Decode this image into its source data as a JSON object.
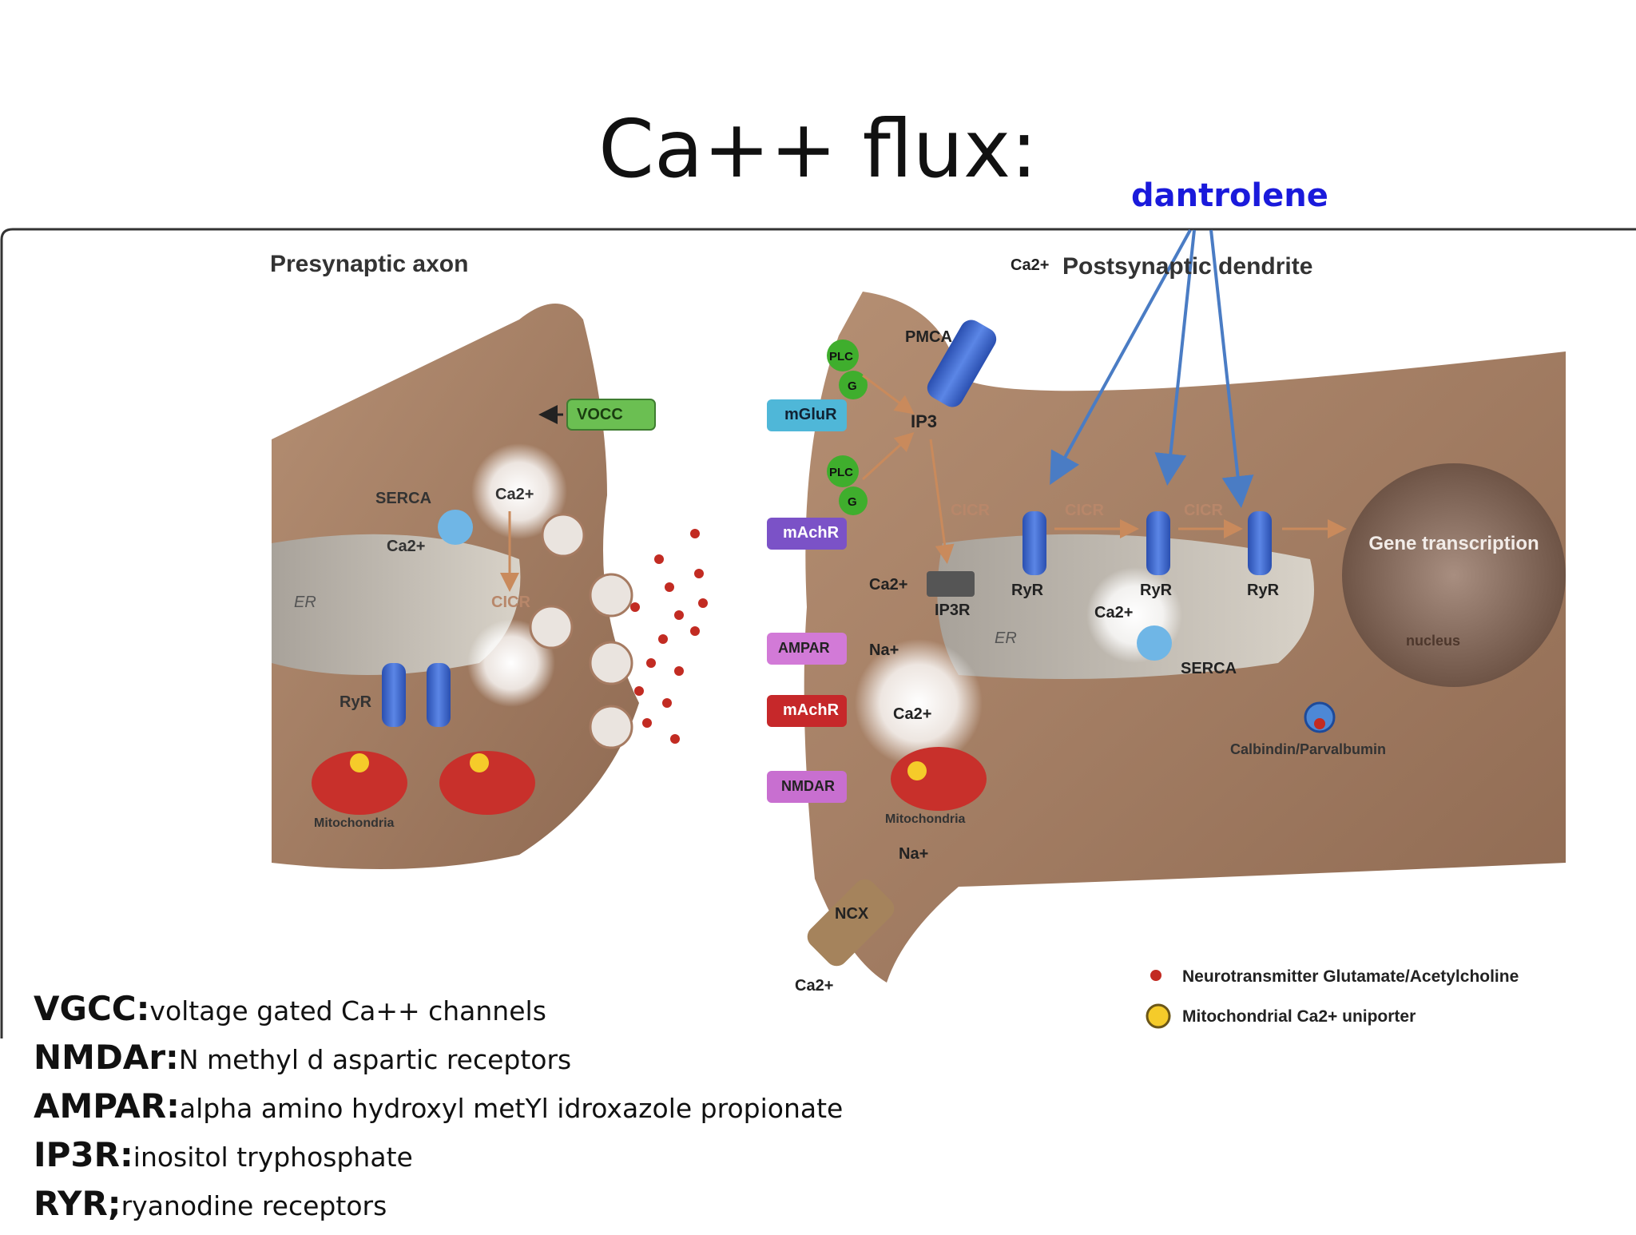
{
  "slide": {
    "title": "Ca++ flux:",
    "annotation": "dantrolene",
    "annotation_color": "#1a1adb"
  },
  "diagram": {
    "header_left": "Presynaptic axon",
    "header_right": "Postsynaptic dendrite",
    "labels": {
      "vocc": "VOCC",
      "serca": "SERCA",
      "ca": "Ca2+",
      "er": "ER",
      "cicr": "CICR",
      "ryr": "RyR",
      "mitochondria": "Mitochondria",
      "mglur": "mGluR",
      "machr": "mAchR",
      "ampar": "AMPAR",
      "nmdar": "NMDAR",
      "plc": "PLC",
      "g": "G",
      "pmca": "PMCA",
      "ip3": "IP3",
      "ip3r": "IP3R",
      "na": "Na+",
      "ncx": "NCX",
      "gene_transcription": "Gene transcription",
      "nucleus": "nucleus",
      "calbindin": "Calbindin/Parvalbumin"
    },
    "legend": [
      {
        "icon": "neurotransmitter-dot-icon",
        "text": "Neurotransmitter Glutamate/Acetylcholine"
      },
      {
        "icon": "uniporter-icon",
        "text": "Mitochondrial Ca2+ uniporter"
      }
    ]
  },
  "abbreviations": [
    {
      "abbr": "VGCC:",
      "desc": "voltage gated Ca++ channels"
    },
    {
      "abbr": "NMDAr:",
      "desc": "N methyl d aspartic receptors"
    },
    {
      "abbr": "AMPAR:",
      "desc": "alpha amino hydroxyl metYl idroxazole propionate"
    },
    {
      "abbr": "IP3R:",
      "desc": "inositol  tryphosphate"
    },
    {
      "abbr": "RYR;",
      "desc": "ryanodine receptors"
    }
  ]
}
